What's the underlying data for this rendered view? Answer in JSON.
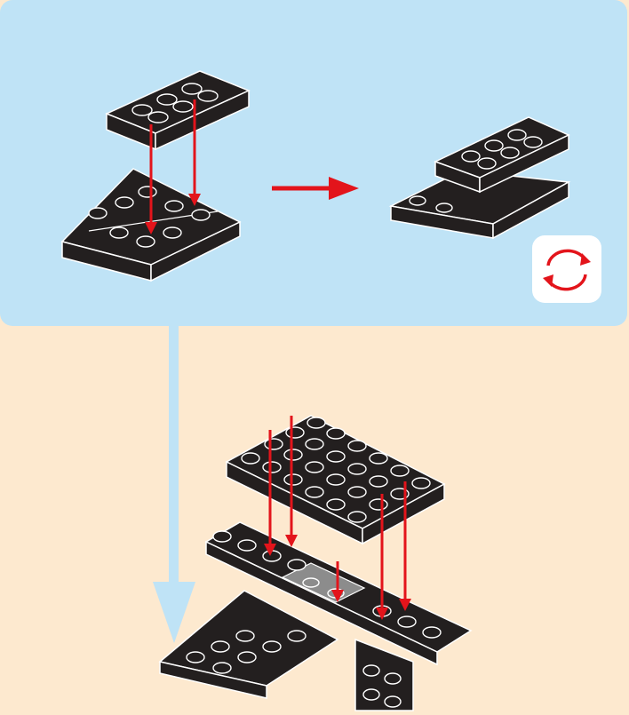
{
  "colors": {
    "page_background": "#fde9cf",
    "subassembly_background": "#bfe3f6",
    "brick": "#231f1f",
    "brick_outline": "#ffffff",
    "placement_arrow": "#e3141b",
    "flow_arrow": "#bfe3f6",
    "gray_tile": "#8c8c8c"
  },
  "icons": {
    "rotate": "rotate-icon",
    "step_flow_arrow": "arrow-down-left-icon",
    "transition_arrow": "arrow-right-icon"
  },
  "subassembly": {
    "parts": [
      "2x4-plate",
      "wedge-plate-left",
      "wedge-plate-right"
    ],
    "result": "stacked-wedge-assembly"
  },
  "main_step": {
    "top_part": "4x6-plate",
    "base_part": "fuselage-wing-assembly"
  }
}
